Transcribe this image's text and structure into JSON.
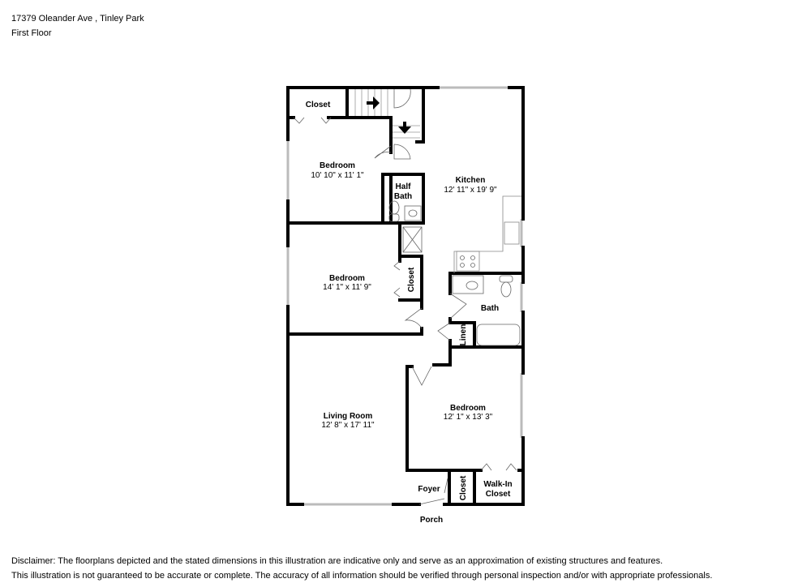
{
  "header": {
    "address": "17379 Oleander Ave , Tinley Park",
    "floor": "First Floor"
  },
  "rooms": {
    "closet_top": {
      "name": "Closet"
    },
    "bedroom1": {
      "name": "Bedroom",
      "dims": "10' 10\" x 11' 1\""
    },
    "half_bath": {
      "name_line1": "Half",
      "name_line2": "Bath"
    },
    "kitchen": {
      "name": "Kitchen",
      "dims": "12' 11\" x 19' 9\""
    },
    "bedroom2": {
      "name": "Bedroom",
      "dims": "14' 1\" x 11' 9\""
    },
    "closet_mid": {
      "name": "Closet"
    },
    "bath": {
      "name": "Bath"
    },
    "linen": {
      "name": "Linen"
    },
    "living_room": {
      "name": "Living Room",
      "dims": "12' 8\" x 17' 11\""
    },
    "bedroom3": {
      "name": "Bedroom",
      "dims": "12' 1\" x 13' 3\""
    },
    "foyer": {
      "name": "Foyer"
    },
    "closet_bottom": {
      "name": "Closet"
    },
    "walk_in_closet": {
      "name_line1": "Walk-In",
      "name_line2": "Closet"
    },
    "porch": {
      "name": "Porch"
    }
  },
  "icons": {
    "stairs_up": "stairs-arrow-right",
    "stairs_down": "stairs-arrow-down"
  },
  "colors": {
    "wall": "#000000",
    "window": "#c8c8c8",
    "fixture": "#555555"
  },
  "disclaimer": {
    "line1": "Disclaimer: The floorplans depicted and the stated dimensions in this illustration are indicative only and serve as an approximation of existing structures and features.",
    "line2": "This illustration is not guaranteed to be accurate or complete. The accuracy of all information should be verified through personal inspection and/or with appropriate professionals."
  }
}
